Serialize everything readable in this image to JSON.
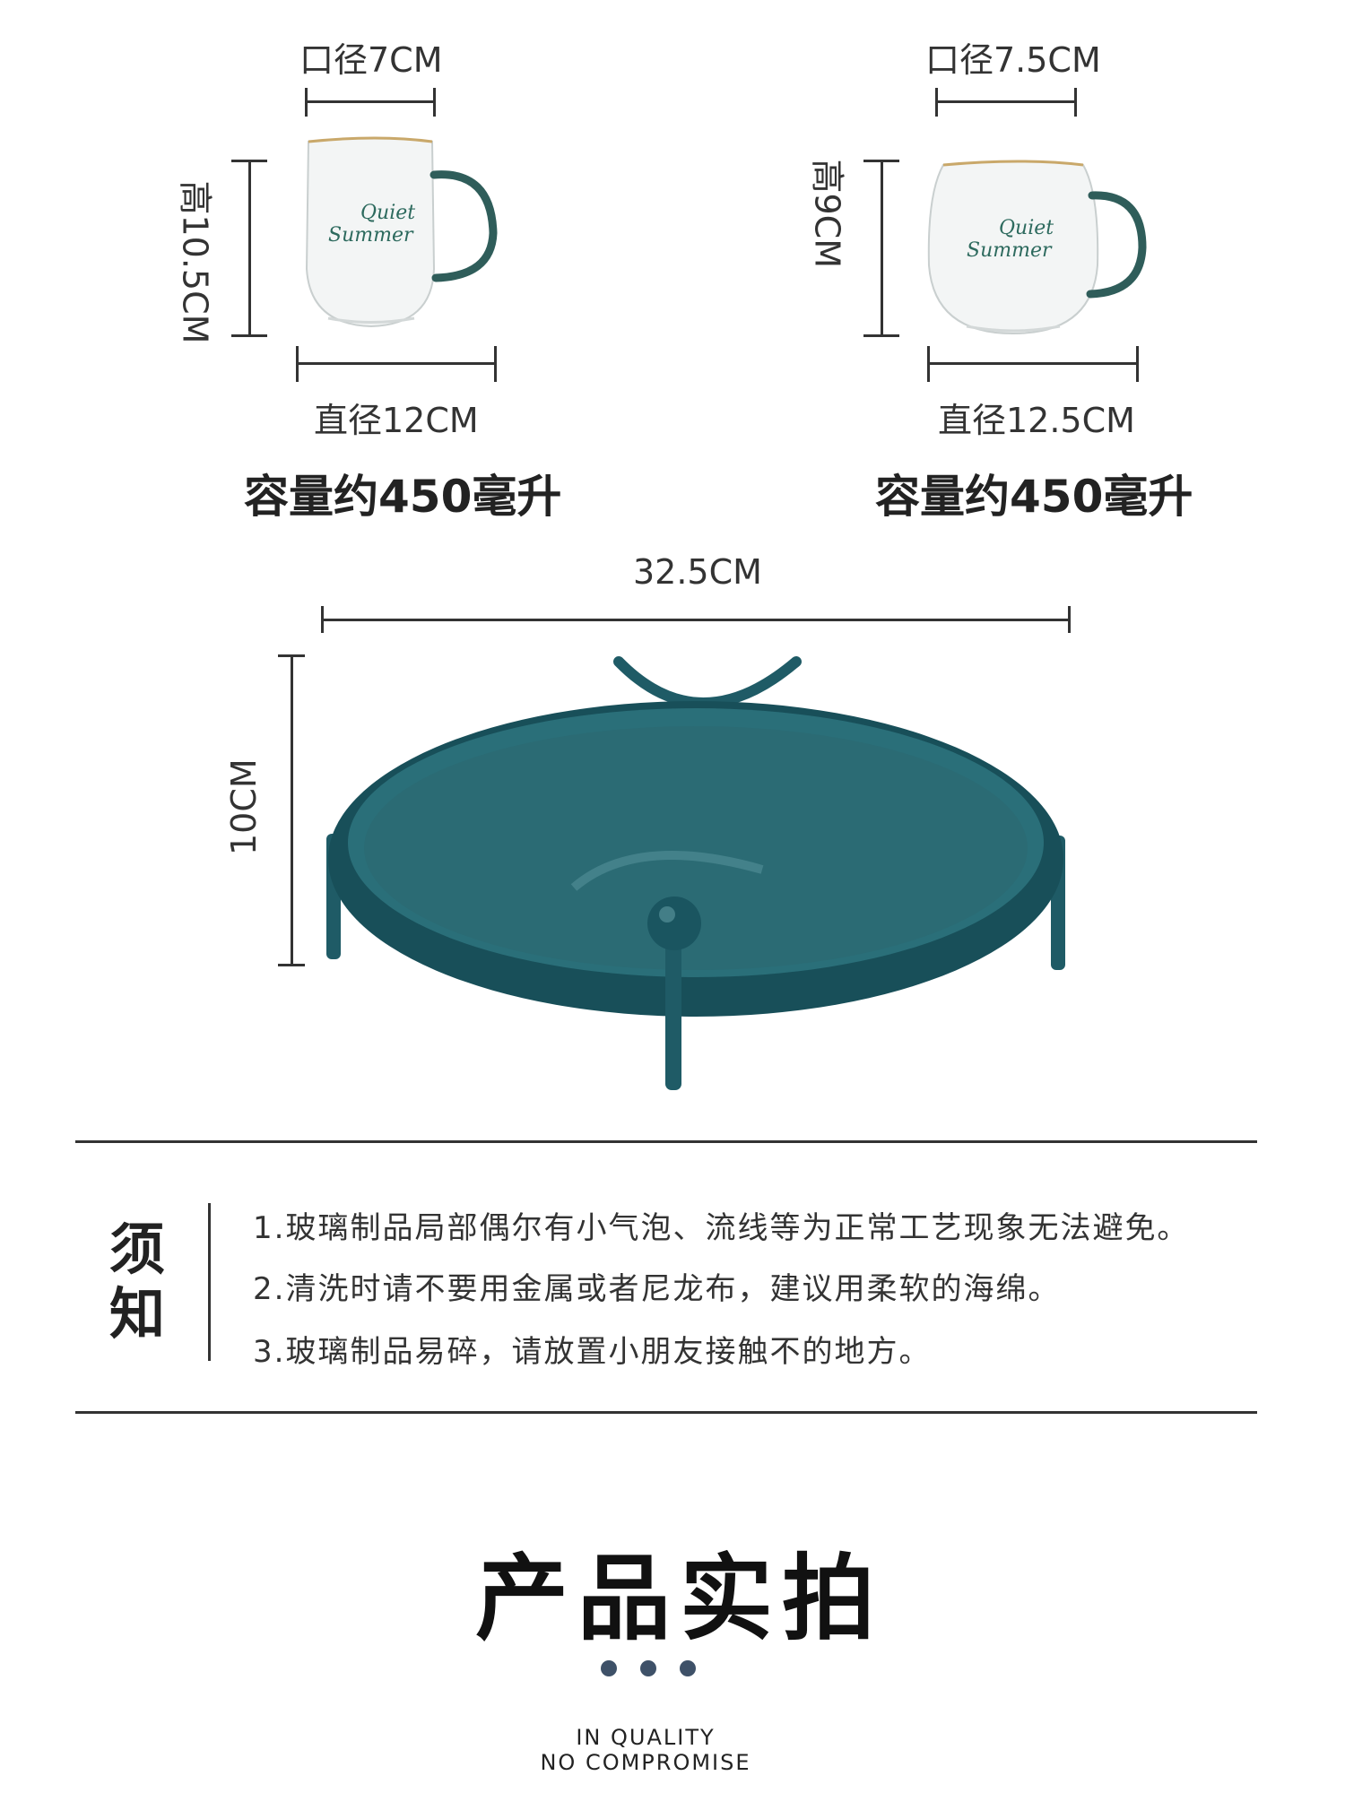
{
  "mug_left": {
    "mouth": "口径7CM",
    "height": "高10.5CM",
    "diameter": "直径12CM",
    "capacity": "容量约450毫升",
    "logo_line1": "Quiet",
    "logo_line2": "Summer"
  },
  "mug_right": {
    "mouth": "口径7.5CM",
    "height": "高9CM",
    "diameter": "直径12.5CM",
    "capacity": "容量约450毫升",
    "logo_line1": "Quiet",
    "logo_line2": "Summer"
  },
  "tray": {
    "width": "32.5CM",
    "height": "10CM"
  },
  "notice": {
    "title": "须知",
    "items": [
      "1.玻璃制品局部偶尔有小气泡、流线等为正常工艺现象无法避免。",
      "2.清洗时请不要用金属或者尼龙布，建议用柔软的海绵。",
      "3.玻璃制品易碎，请放置小朋友接触不的地方。"
    ]
  },
  "section": {
    "title": "产品实拍",
    "tagline_line1": "IN QUALITY",
    "tagline_line2": "NO COMPROMISE"
  },
  "colors": {
    "tray": "#1f5b66",
    "dots": "#3e5168",
    "mug_handle": "#2f5d5a",
    "logo": "#2d6a5e"
  }
}
